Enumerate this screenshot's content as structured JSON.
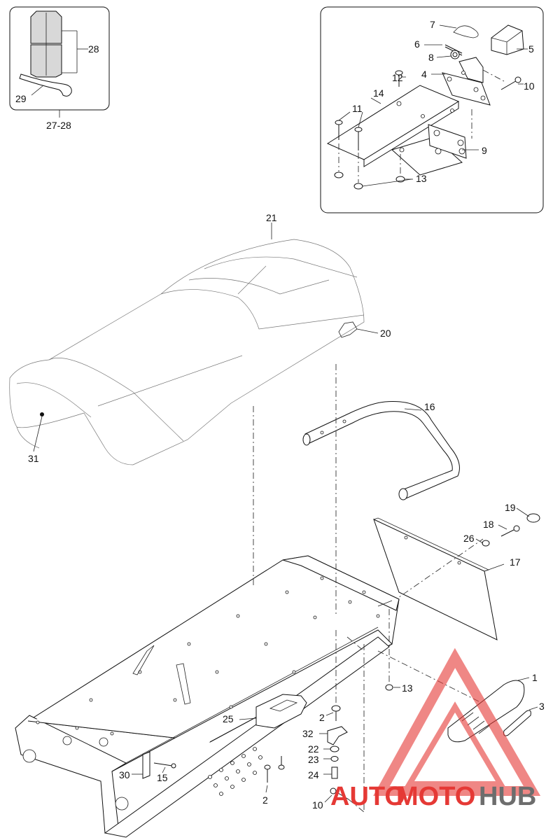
{
  "callouts": {
    "c1": "1",
    "c2a": "2",
    "c2b": "2",
    "c3": "3",
    "c4": "4",
    "c5": "5",
    "c6": "6",
    "c7": "7",
    "c8": "8",
    "c9": "9",
    "c10a": "10",
    "c10b": "10",
    "c11": "11",
    "c12": "12",
    "c13a": "13",
    "c13b": "13",
    "c14": "14",
    "c15": "15",
    "c16": "16",
    "c17": "17",
    "c18": "18",
    "c19": "19",
    "c20": "20",
    "c21": "21",
    "c22": "22",
    "c23": "23",
    "c24": "24",
    "c25": "25",
    "c26": "26",
    "c28": "28",
    "c29": "29",
    "c30": "30",
    "c31": "31",
    "c32": "32",
    "kit": "27-28"
  },
  "watermark": {
    "part1": "AUTO",
    "part2": "MOTO",
    "part3": "HUB",
    "color_red": "#e53935",
    "color_grey": "#6d6d6d"
  }
}
